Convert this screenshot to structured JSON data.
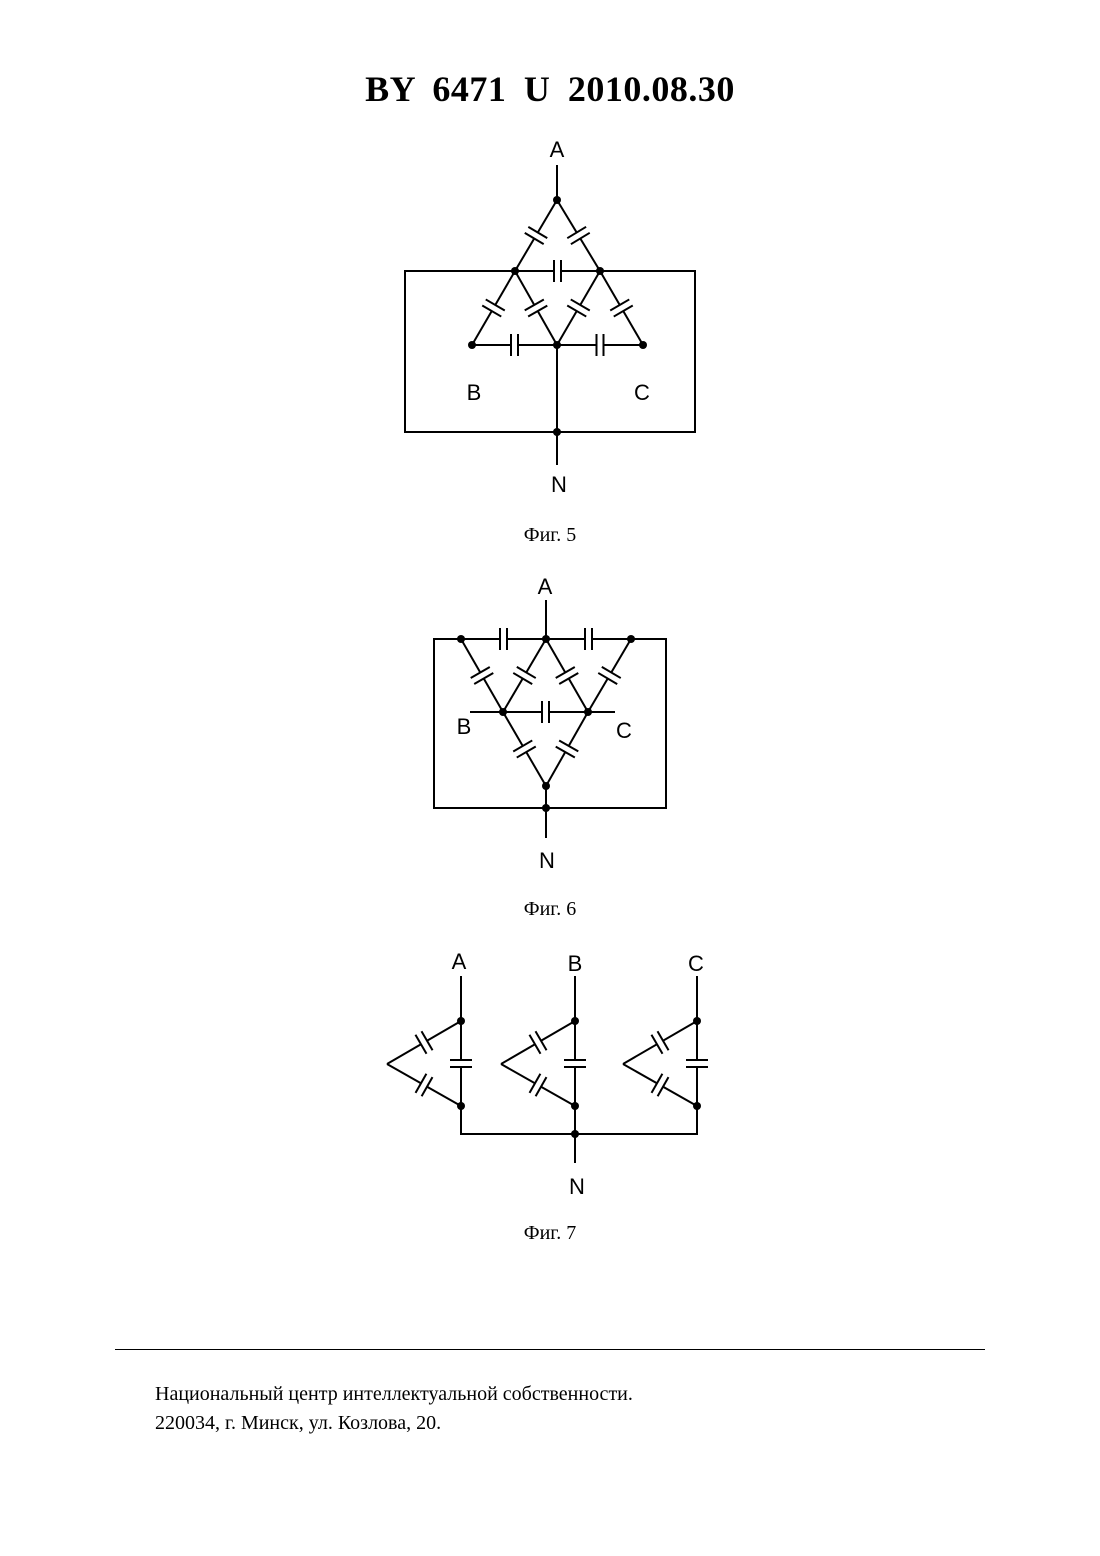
{
  "header": {
    "title": "BY  6471  U  2010.08.30"
  },
  "figures": [
    {
      "caption": "Фиг. 5",
      "labels": {
        "a": "A",
        "b": "B",
        "c": "C",
        "n": "N"
      }
    },
    {
      "caption": "Фиг. 6",
      "labels": {
        "a": "A",
        "b": "B",
        "c": "C",
        "n": "N"
      }
    },
    {
      "caption": "Фиг. 7",
      "labels": {
        "a": "A",
        "b": "B",
        "c": "C",
        "n": "N"
      }
    }
  ],
  "footer": {
    "line1": "Национальный центр интеллектуальной собственности.",
    "line2": "220034, г. Минск, ул. Козлова, 20."
  }
}
